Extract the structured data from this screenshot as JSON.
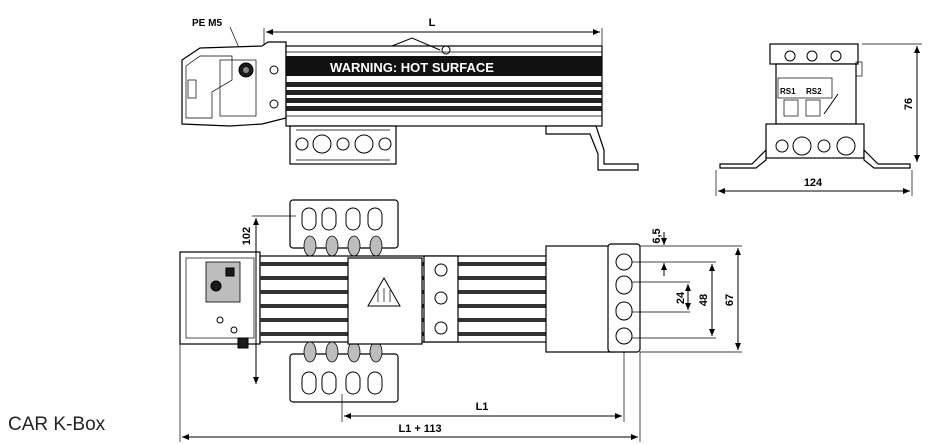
{
  "labels": {
    "pe": "PE M5",
    "warning": "WARNING: HOT SURFACE",
    "rs1": "RS1",
    "rs2": "RS2"
  },
  "dimensions": {
    "L": "L",
    "d76": "76",
    "d124": "124",
    "d102": "102",
    "d6_5": "6,5",
    "d24": "24",
    "d48": "48",
    "d67": "67",
    "L1": "L1",
    "L1_113": "L1 + 113"
  },
  "caption": "CAR K-Box"
}
